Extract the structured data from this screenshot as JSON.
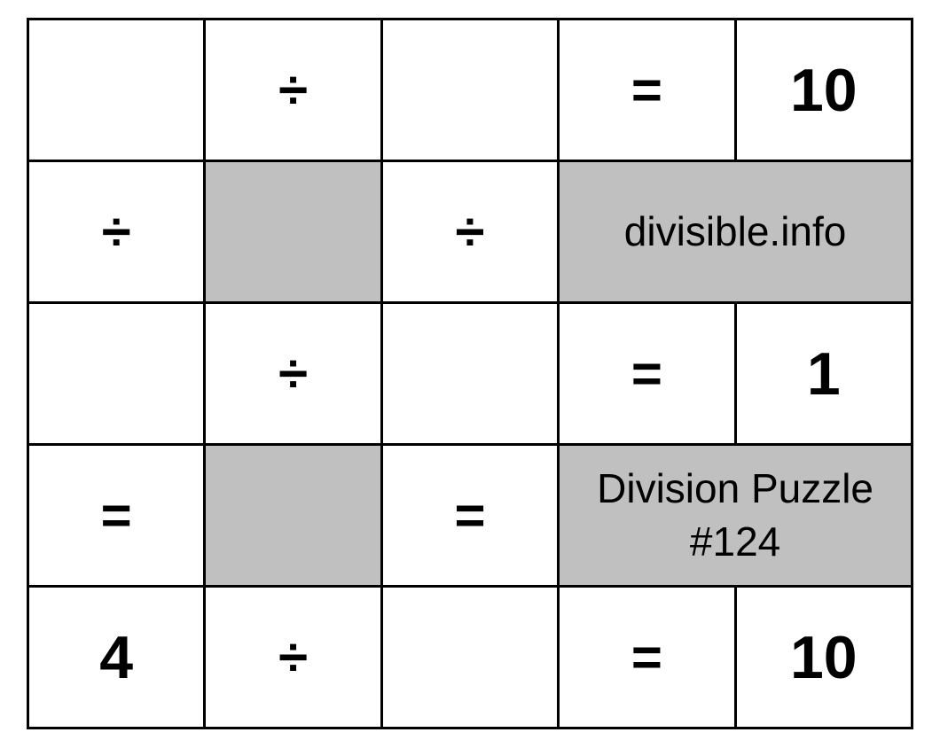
{
  "puzzle": {
    "site": "divisible.info",
    "title_line1": "Division Puzzle",
    "title_line2": "#124",
    "colors": {
      "border": "#000000",
      "cell": "#ffffff",
      "shaded": "#c0c0c0"
    },
    "row1": {
      "c1": "",
      "op1": "÷",
      "c3": "",
      "eq": "=",
      "result": "10"
    },
    "col_ops_row2": {
      "c1": "÷",
      "c3": "÷"
    },
    "row3": {
      "c1": "",
      "op1": "÷",
      "c3": "",
      "eq": "=",
      "result": "1"
    },
    "col_eq_row4": {
      "c1": "=",
      "c3": "="
    },
    "row5": {
      "c1": "4",
      "op1": "÷",
      "c3": "",
      "eq": "=",
      "result": "10"
    }
  }
}
